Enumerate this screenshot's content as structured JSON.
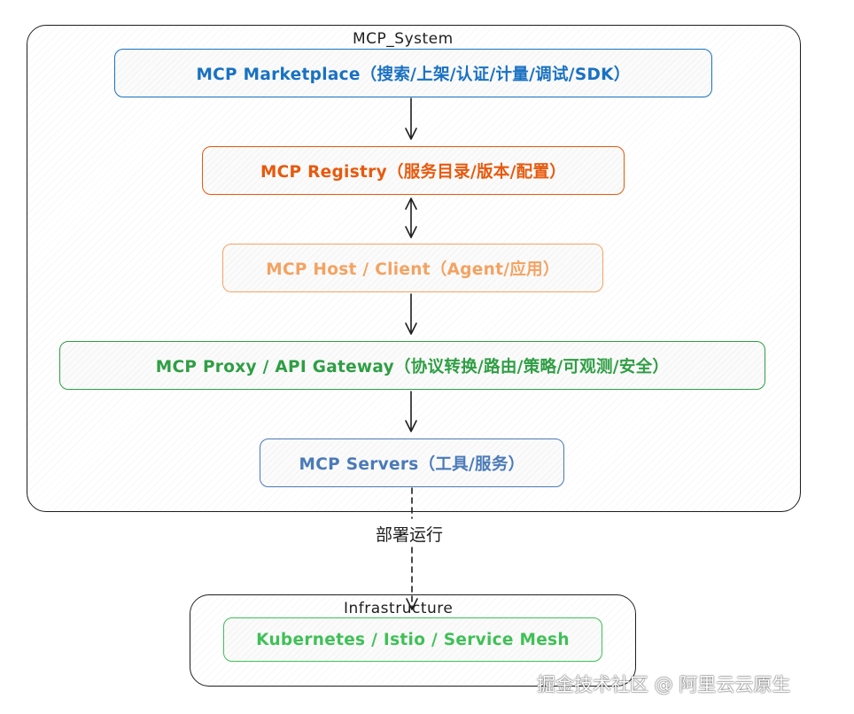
{
  "containers": {
    "system": {
      "title": "MCP_System"
    },
    "infrastructure": {
      "title": "Infrastructure"
    }
  },
  "nodes": {
    "marketplace": {
      "label": "MCP Marketplace（搜索/上架/认证/计量/调试/SDK）",
      "color": "#1971c2"
    },
    "registry": {
      "label": "MCP Registry（服务目录/版本/配置）",
      "color": "#e8590c"
    },
    "host_client": {
      "label": "MCP Host / Client（Agent/应用）",
      "color": "#f4a261"
    },
    "proxy_gateway": {
      "label": "MCP Proxy / API Gateway（协议转换/路由/策略/可观测/安全）",
      "color": "#2f9e44"
    },
    "servers": {
      "label": "MCP Servers（工具/服务）",
      "color": "#4a7ab8"
    },
    "infra_stack": {
      "label": "Kubernetes / Istio / Service Mesh",
      "color": "#40c057"
    }
  },
  "edges": {
    "deploy_label": "部署运行"
  },
  "watermark": "掘金技术社区 @ 阿里云云原生"
}
